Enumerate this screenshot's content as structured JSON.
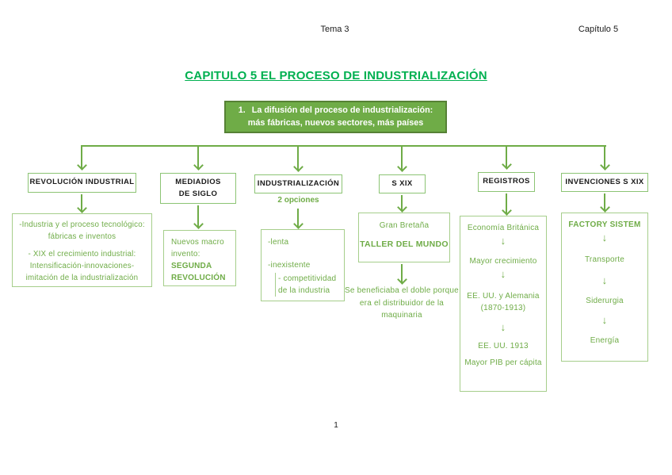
{
  "page": {
    "header_center": "Tema 3",
    "header_right": "Capítulo 5",
    "title": "CAPITULO 5 EL PROCESO DE INDUSTRIALIZACIÓN",
    "page_number": "1"
  },
  "root_box": {
    "number": "1.",
    "line1": "La difusión del proceso de industrialización:",
    "line2": "más fábricas, nuevos sectores, más países"
  },
  "icons": {
    "down_arrow": "↓"
  },
  "columns": [
    {
      "header": "REVOLUCIÓN INDUSTRIAL",
      "paragraph1": "-Industria y el proceso tecnológico: fábricas e inventos",
      "paragraph2": "- XIX el crecimiento industrial: Intensificación-innovaciones-imitación de la industrialización"
    },
    {
      "header": "MEDIADIOS DE SIGLO",
      "intro": "Nuevos macro invento:",
      "highlight": "SEGUNDA REVOLUCIÓN"
    },
    {
      "header": "INDUSTRIALIZACIÓN",
      "sublabel": "2 opciones",
      "option1": "-lenta",
      "option2": "-inexistente",
      "nested_option": "- competitividad de la industria"
    },
    {
      "header": "S XIX",
      "box_line1": "Gran Bretaña",
      "box_line2": "TALLER DEL MUNDO",
      "note": "Se beneficiaba el doble porque era el distribuidor de la maquinaria"
    },
    {
      "header": "REGISTROS",
      "items": [
        "Economía Británica",
        "Mayor crecimiento",
        "EE. UU. y Alemania (1870-1913)",
        "EE. UU. 1913",
        "Mayor PIB per cápita"
      ]
    },
    {
      "header": "INVENCIONES S XIX",
      "highlight": "FACTORY SISTEM",
      "items": [
        "Transporte",
        "Siderurgia",
        "Energía"
      ]
    }
  ],
  "colors": {
    "title_green": "#00B050",
    "accent_green": "#6FAC47",
    "root_box_fill": "#6FAC47",
    "root_box_border": "#568135",
    "header_box_border": "#8CC474",
    "content_box_border": "#A6CE8B"
  }
}
